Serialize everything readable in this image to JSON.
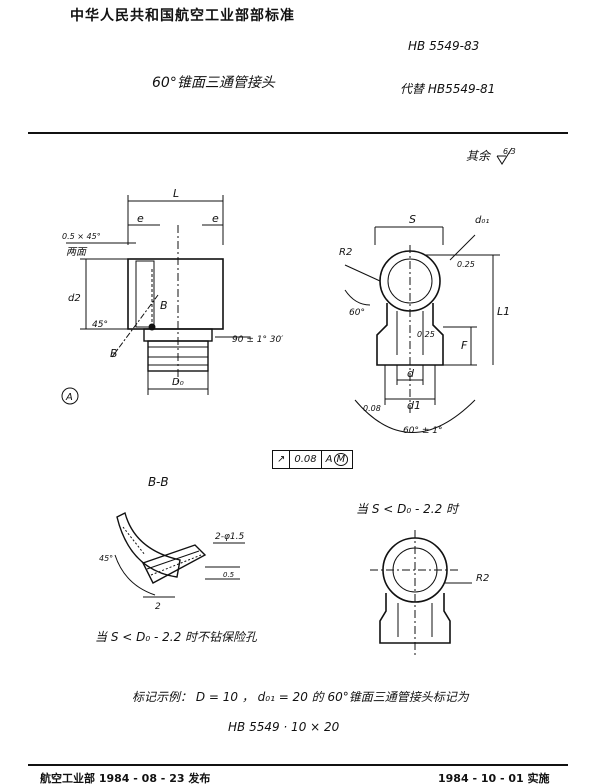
{
  "header": {
    "org_standard": "中华人民共和国航空工业部部标准",
    "code": "HB 5549-83",
    "title": "60°锥面三通管接头",
    "replaces": "代替 HB5549-81"
  },
  "roughness": {
    "label": "其余",
    "value": "6.3"
  },
  "view_front": {
    "dim_L": "L",
    "dim_e1": "e",
    "dim_e2": "e",
    "chamfer": "0.5 × 45°",
    "chamfer_note": "两面",
    "dim_d2": "d2",
    "angle_45": "45°",
    "section_mark_1": "B",
    "section_mark_2": "B",
    "thread_angle": "90 ± 1° 30′",
    "dim_D0": "D₀",
    "view_label": "A"
  },
  "view_side": {
    "dim_S": "S",
    "dim_d01": "d₀₁",
    "radius": "R2",
    "angle_60": "60°",
    "tol_025_top": "0.25",
    "tol_025_mid": "0.25",
    "dim_L1": "L1",
    "dim_F": "F",
    "dim_d": "d",
    "dim_d1": "d1",
    "tol_008": "0.08",
    "cone_angle": "60° ± 1°"
  },
  "tolerance_frame": {
    "symbol": "↗",
    "value": "0.08",
    "datum": "A",
    "modifier": "M"
  },
  "section_bb": {
    "label": "B-B",
    "angle_45": "45°",
    "holes": "2-φ1.5",
    "dim_2": "2",
    "tol_05": "0.5"
  },
  "condition_view": {
    "label": "当 S < D₀ - 2.2 时",
    "radius": "R2"
  },
  "notes": {
    "no_lock_hole": "当 S < D₀ - 2.2 时不钻保险孔",
    "marking_example": "标记示例：   D = 10 ， d₀₁ = 20 的 60°锥面三通管接头标记为",
    "marking_code": "HB 5549 · 10 × 20"
  },
  "footer": {
    "issued": "航空工业部  1984 - 08 - 23  发布",
    "effective": "1984 - 10 - 01  实施"
  }
}
